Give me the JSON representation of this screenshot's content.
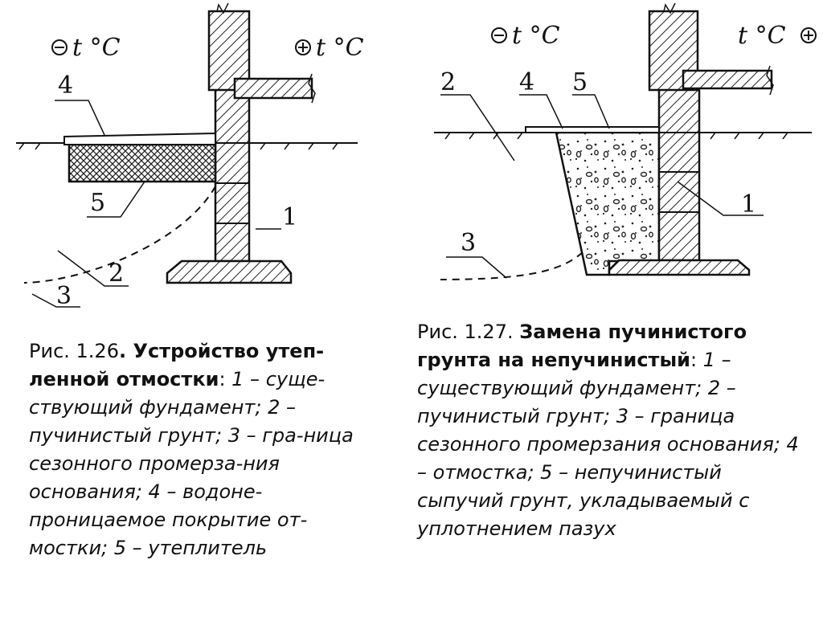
{
  "left_figure": {
    "temp_outside": "t °C",
    "temp_inside": "t °C",
    "labels": {
      "n1": "1",
      "n2": "2",
      "n3": "3",
      "n4": "4",
      "n5": "5"
    }
  },
  "right_figure": {
    "temp_outside": "t °C",
    "temp_inside": "t °C",
    "labels": {
      "n1": "1",
      "n2": "2",
      "n3": "3",
      "n4": "4",
      "n5": "5"
    }
  },
  "caption_left": {
    "prefix": "Рис. 1.26",
    "title": ". Устройство утеп-ленной отмостки",
    "colon": ":",
    "body": " 1 – суще-ствующий фундамент; 2 – пучинистый грунт; 3 – гра-ница сезонного промерза-ния основания; 4 – водоне-проницаемое покрытие от-мостки; 5 – утеплитель"
  },
  "caption_right": {
    "prefix": "Рис. 1.27. ",
    "title": "Замена пучинистого грунта на непучинистый",
    "colon": ":",
    "body": " 1 – существующий фундамент; 2 – пучинистый грунт; 3 – граница сезонного промерзания основания; 4 – отмостка; 5 – непучинистый сыпучий грунт, укладываемый с уплотнением пазух"
  }
}
